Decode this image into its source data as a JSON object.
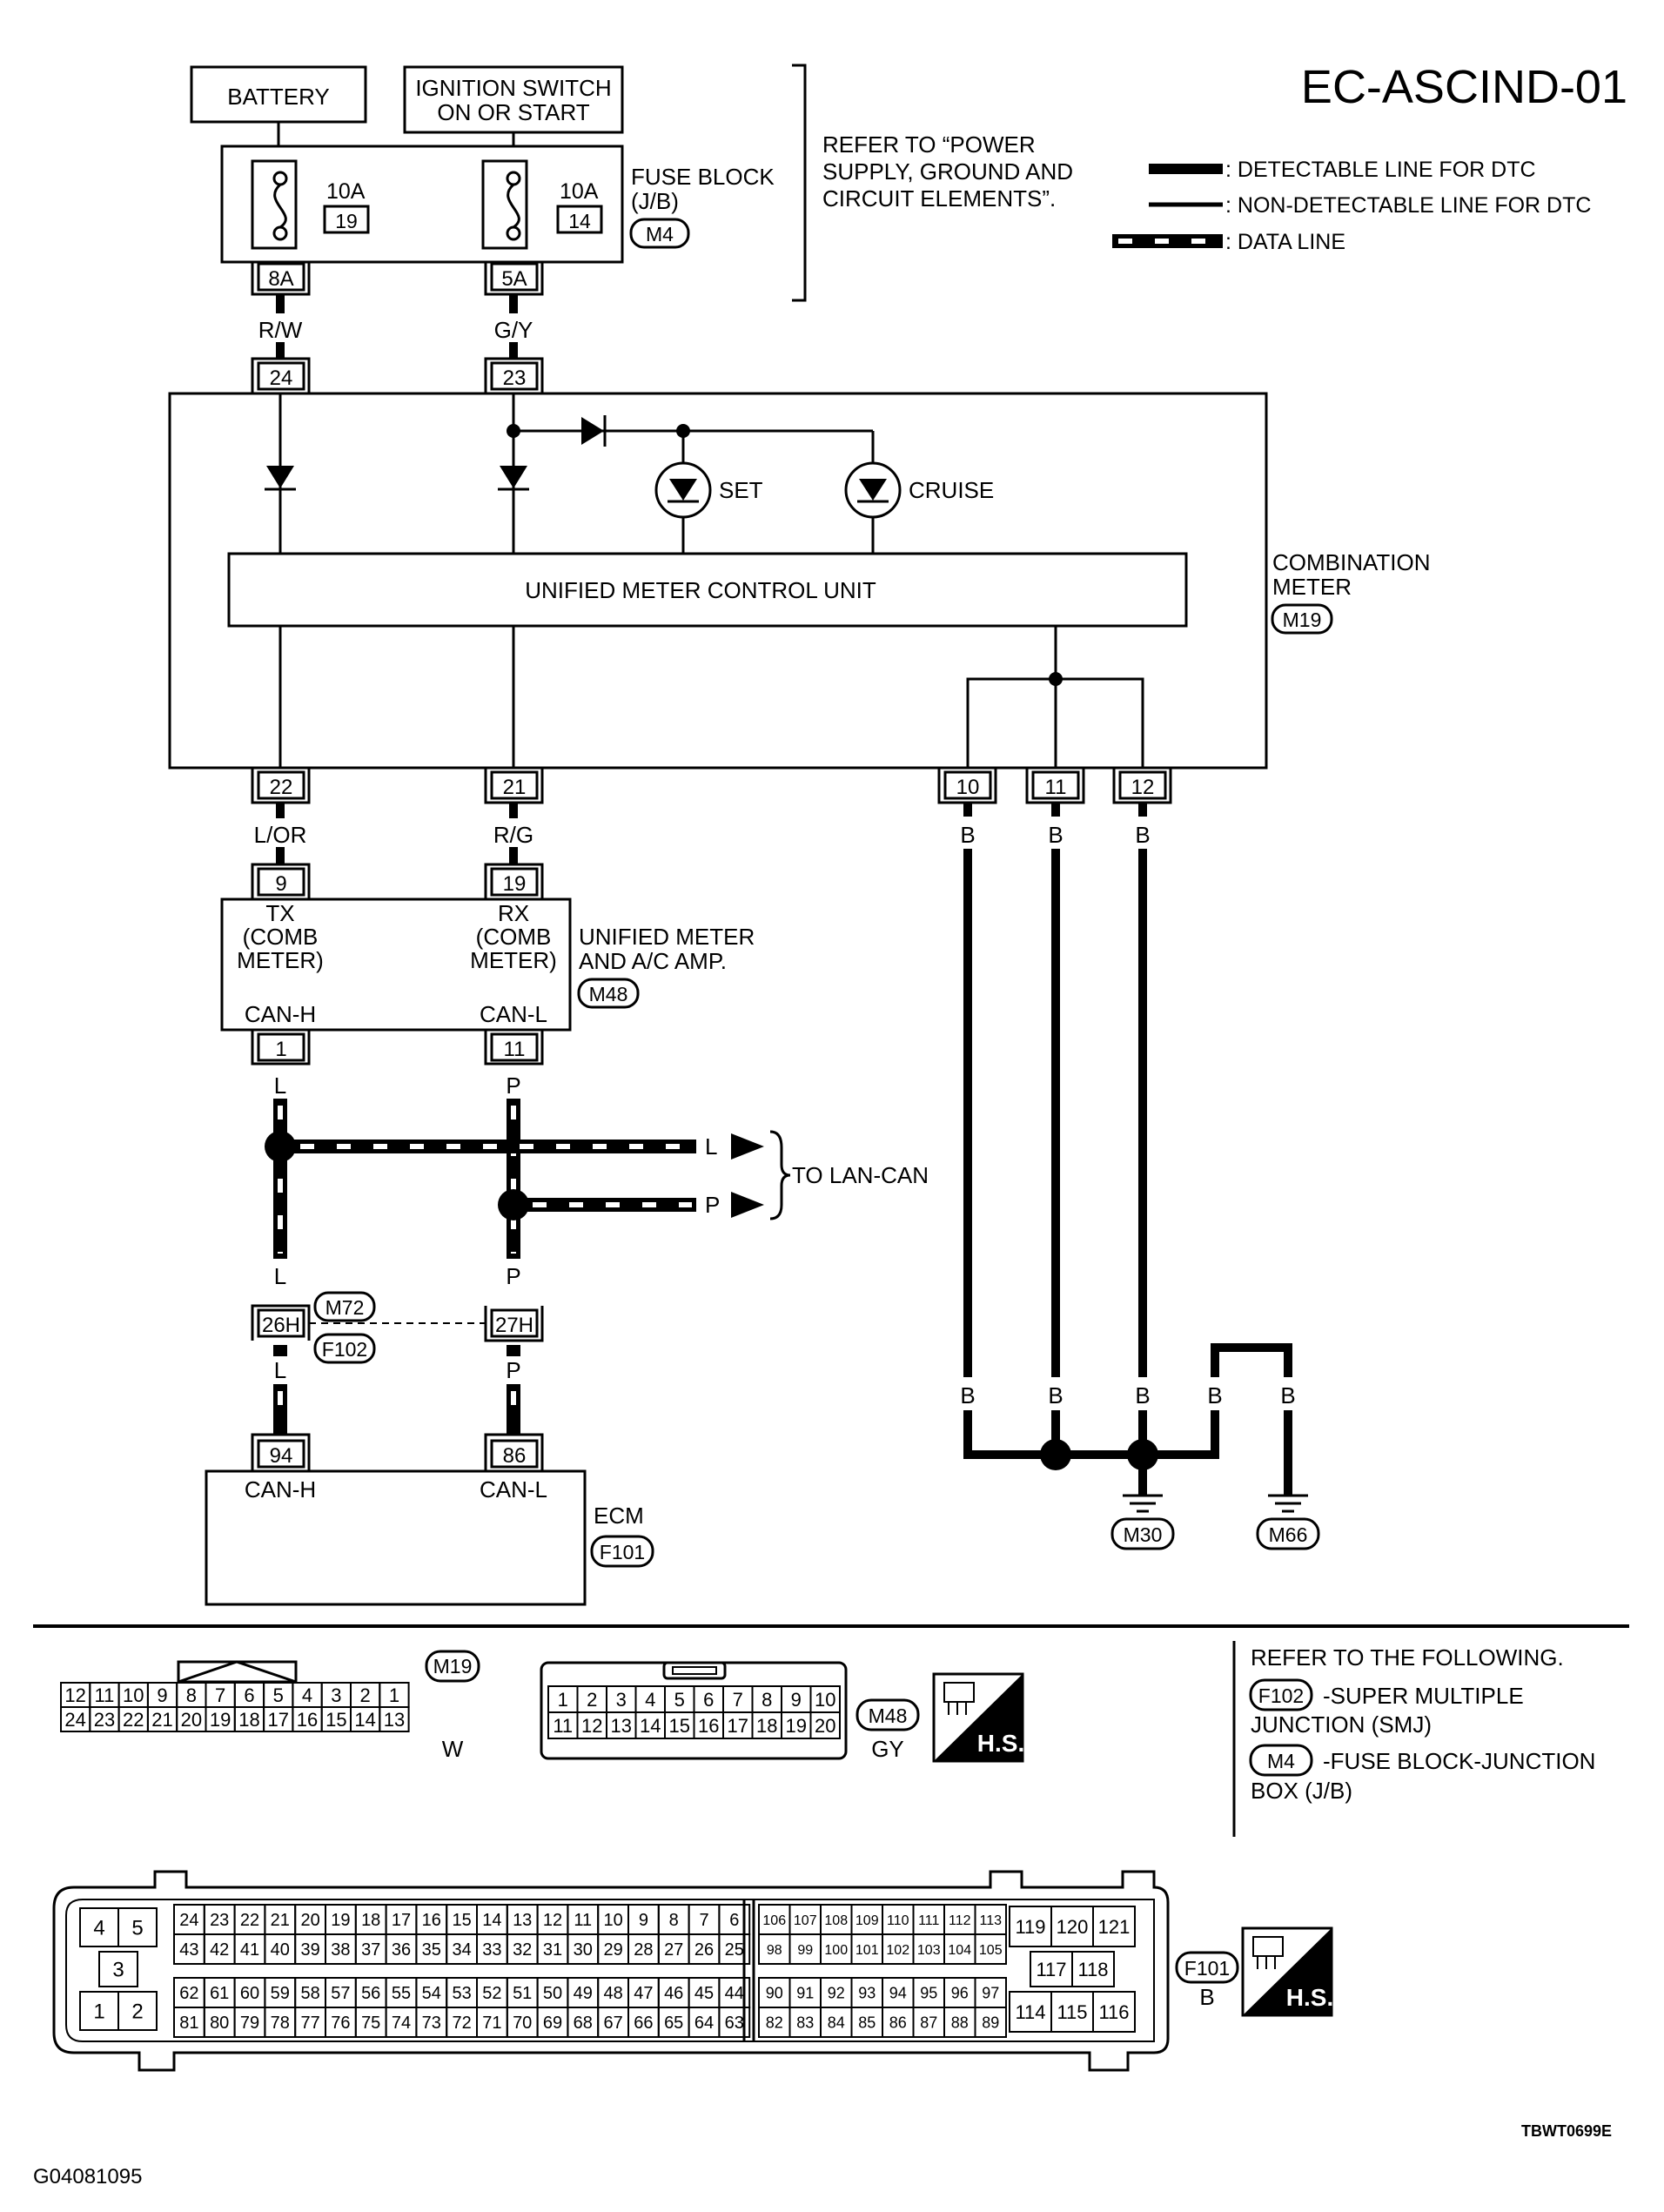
{
  "title": "EC-ASCIND-01",
  "legend": {
    "refer": [
      "REFER TO “POWER",
      "SUPPLY, GROUND AND",
      "CIRCUIT ELEMENTS”."
    ],
    "detectable": ": DETECTABLE LINE FOR DTC",
    "non_detectable": ": NON-DETECTABLE LINE FOR DTC",
    "data_line": ": DATA LINE"
  },
  "sources": {
    "battery": "BATTERY",
    "ignition": [
      "IGNITION SWITCH",
      "ON OR START"
    ]
  },
  "fuse_block": {
    "label": [
      "FUSE BLOCK",
      "(J/B)"
    ],
    "connector": "M4",
    "fuse1_amp": "10A",
    "fuse1_no": "19",
    "fuse2_amp": "10A",
    "fuse2_no": "14",
    "pin1": "8A",
    "pin2": "5A"
  },
  "wires": {
    "rw": "R/W",
    "gy": "G/Y",
    "lor": "L/OR",
    "rg": "R/G",
    "l": "L",
    "p": "P",
    "b": "B"
  },
  "combination_meter": {
    "label": [
      "COMBINATION",
      "METER"
    ],
    "connector": "M19",
    "unit": "UNIFIED METER CONTROL UNIT",
    "set": "SET",
    "cruise": "CRUISE",
    "pins_top": [
      "24",
      "23"
    ],
    "pins_bottom": [
      "22",
      "21",
      "10",
      "11",
      "12"
    ]
  },
  "amp": {
    "label": [
      "UNIFIED METER",
      "AND A/C AMP."
    ],
    "connector": "M48",
    "pins_top": [
      "9",
      "19"
    ],
    "tx": [
      "TX",
      "(COMB",
      "METER)"
    ],
    "rx": [
      "RX",
      "(COMB",
      "METER)"
    ],
    "canh": "CAN-H",
    "canl": "CAN-L",
    "pins_bottom": [
      "1",
      "11"
    ]
  },
  "lan_can": "TO LAN-CAN",
  "joint": {
    "pin1": "26H",
    "pin2": "27H",
    "conn1": "M72",
    "conn2": "F102"
  },
  "ecm": {
    "label": "ECM",
    "connector": "F101",
    "pins": [
      "94",
      "86"
    ],
    "canh": "CAN-H",
    "canl": "CAN-L"
  },
  "grounds": [
    "M30",
    "M66"
  ],
  "refer_box": {
    "title": "REFER TO THE FOLLOWING.",
    "items": [
      {
        "conn": "F102",
        "text": [
          "-SUPER MULTIPLE",
          "JUNCTION (SMJ)"
        ]
      },
      {
        "conn": "M4",
        "text": [
          "-FUSE BLOCK-JUNCTION",
          "BOX (J/B)"
        ]
      }
    ]
  },
  "connectors": {
    "m19": {
      "row1": [
        "12",
        "11",
        "10",
        "9",
        "8",
        "7",
        "6",
        "5",
        "4",
        "3",
        "2",
        "1"
      ],
      "row2": [
        "24",
        "23",
        "22",
        "21",
        "20",
        "19",
        "18",
        "17",
        "16",
        "15",
        "14",
        "13"
      ],
      "id": "M19",
      "color": "W"
    },
    "m48": {
      "row1": [
        "1",
        "2",
        "3",
        "4",
        "5",
        "6",
        "7",
        "8",
        "9",
        "10"
      ],
      "row2": [
        "11",
        "12",
        "13",
        "14",
        "15",
        "16",
        "17",
        "18",
        "19",
        "20"
      ],
      "id": "M48",
      "color": "GY"
    },
    "hs": "H.S.",
    "f101": {
      "id": "F101",
      "color": "B",
      "left_top": [
        "4",
        "5"
      ],
      "left_mid": "3",
      "left_bot": [
        "1",
        "2"
      ],
      "a1": [
        "24",
        "23",
        "22",
        "21",
        "20",
        "19",
        "18",
        "17",
        "16",
        "15",
        "14",
        "13",
        "12",
        "11",
        "10",
        "9",
        "8",
        "7",
        "6"
      ],
      "a2": [
        "43",
        "42",
        "41",
        "40",
        "39",
        "38",
        "37",
        "36",
        "35",
        "34",
        "33",
        "32",
        "31",
        "30",
        "29",
        "28",
        "27",
        "26",
        "25"
      ],
      "a3": [
        "62",
        "61",
        "60",
        "59",
        "58",
        "57",
        "56",
        "55",
        "54",
        "53",
        "52",
        "51",
        "50",
        "49",
        "48",
        "47",
        "46",
        "45",
        "44"
      ],
      "a4": [
        "81",
        "80",
        "79",
        "78",
        "77",
        "76",
        "75",
        "74",
        "73",
        "72",
        "71",
        "70",
        "69",
        "68",
        "67",
        "66",
        "65",
        "64",
        "63"
      ],
      "b1": [
        "106",
        "107",
        "108",
        "109",
        "110",
        "111",
        "112",
        "113"
      ],
      "b2": [
        "98",
        "99",
        "100",
        "101",
        "102",
        "103",
        "104",
        "105"
      ],
      "b3": [
        "90",
        "91",
        "92",
        "93",
        "94",
        "95",
        "96",
        "97"
      ],
      "b4": [
        "82",
        "83",
        "84",
        "85",
        "86",
        "87",
        "88",
        "89"
      ],
      "c_top": [
        "119",
        "120",
        "121"
      ],
      "c_mid": [
        "117",
        "118"
      ],
      "c_bot": [
        "114",
        "115",
        "116"
      ]
    }
  },
  "footer_left": "G04081095",
  "footer_right": "TBWT0699E"
}
